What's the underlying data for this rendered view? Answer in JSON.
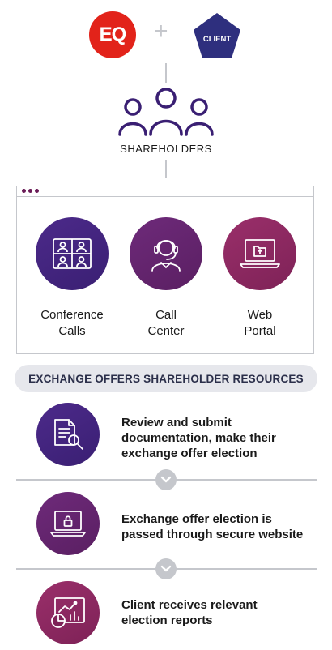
{
  "header": {
    "eq_logo_text": "EQ",
    "plus_sign": "+",
    "client_badge_text": "CLIENT",
    "shareholders_label": "SHAREHOLDERS"
  },
  "resources": [
    {
      "label_line1": "Conference",
      "label_line2": "Calls",
      "icon": "video-conference-icon"
    },
    {
      "label_line1": "Call",
      "label_line2": "Center",
      "icon": "headset-agent-icon"
    },
    {
      "label_line1": "Web",
      "label_line2": "Portal",
      "icon": "laptop-upload-icon"
    }
  ],
  "banner": "EXCHANGE OFFERS SHAREHOLDER RESOURCES",
  "steps": [
    {
      "line1": "Review and submit",
      "line2": "documentation, make their",
      "line3": "exchange offer election",
      "icon": "document-search-icon"
    },
    {
      "line1": "Exchange offer election is",
      "line2": "passed through secure website",
      "icon": "laptop-lock-icon"
    },
    {
      "line1": "Client receives relevant",
      "line2": "election reports",
      "icon": "report-charts-icon"
    }
  ],
  "colors": {
    "eq_red": "#e2231a",
    "client_navy": "#2e2f7e",
    "indigo": "#3a1f73",
    "purple": "#5a1f62",
    "plum": "#7e2257",
    "gray_line": "#c5c7cc",
    "banner_bg": "#e6e7ec"
  }
}
